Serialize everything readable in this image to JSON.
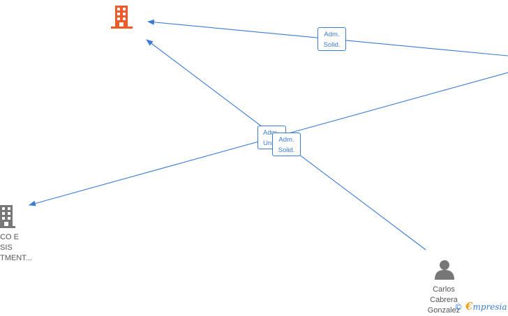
{
  "colors": {
    "edge": "#3a7bd5",
    "focus_company": "#f05a28",
    "company": "#777777",
    "person": "#777777",
    "brand_e": "#f39c12"
  },
  "nodes": {
    "focus_company": {
      "icon": "building-icon"
    },
    "company_left": {
      "icon": "building-icon",
      "lines": [
        "CO E",
        "SIS",
        "TMENT..."
      ]
    },
    "person": {
      "icon": "person-icon",
      "lines": [
        "Carlos",
        "Cabrera",
        "Gonzalez"
      ]
    }
  },
  "edges": {
    "top_right": {
      "label_1": "Adm.",
      "label_2": "Solid."
    },
    "middle_back": {
      "label_1": "Adm.",
      "label_2": "Unico"
    },
    "middle_front": {
      "label_1": "Adm.",
      "label_2": "Solid."
    }
  },
  "brand": {
    "copyright": "©",
    "e": "€",
    "rest": "mpresia"
  }
}
